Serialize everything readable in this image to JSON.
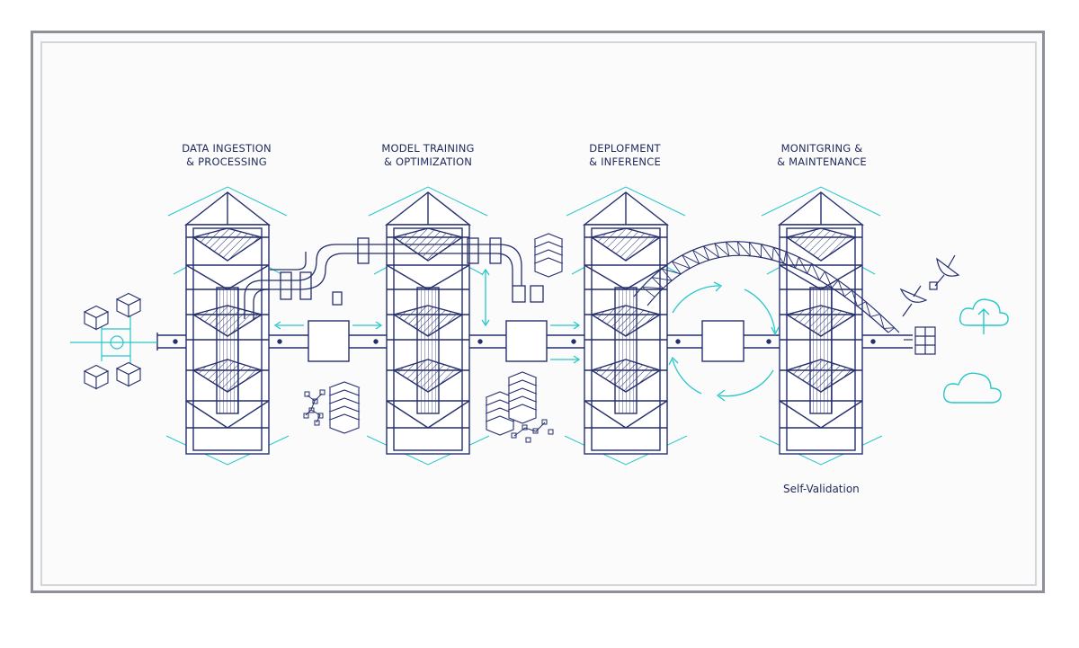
{
  "stages": [
    {
      "title": "DATA INGESTION\n& PROCESSING"
    },
    {
      "title": "MODEL TRAINING\n& OPTIMIZATION"
    },
    {
      "title": "DEPLOFMENT\n& INFERENCE"
    },
    {
      "title": "MONITGRING &\n& MAINTENANCE"
    }
  ],
  "annotations": {
    "self_validation": "Self-Validation"
  },
  "colors": {
    "line": "#252f6e",
    "accent": "#27c7c9",
    "frame": "#8d9098"
  }
}
